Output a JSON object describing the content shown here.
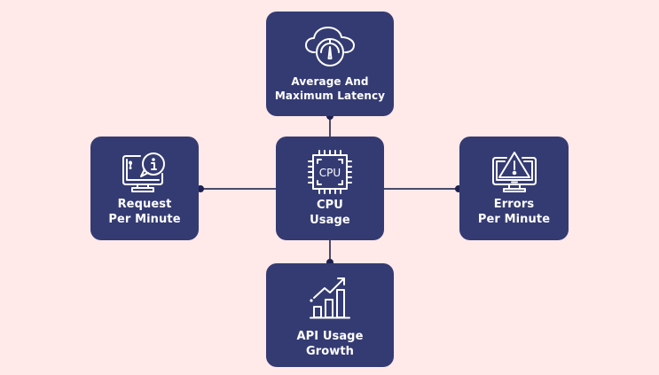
{
  "diagram": {
    "title": "API Monitoring Metrics",
    "colors": {
      "background": "#ffe9e9",
      "box_fill": "#343b73",
      "text": "#ffffff",
      "connector": "#4a4a6a",
      "connector_dot": "#1e2250"
    },
    "center": {
      "id": "cpu-usage",
      "icon": "cpu-chip-icon",
      "icon_text": "CPU",
      "label_lines": [
        "CPU",
        "Usage"
      ]
    },
    "nodes": [
      {
        "id": "latency",
        "position": "top",
        "icon": "cloud-speedometer-icon",
        "label_lines": [
          "Average And",
          "Maximum Latency"
        ]
      },
      {
        "id": "requests",
        "position": "left",
        "icon": "monitor-info-chat-icon",
        "label_lines": [
          "Request",
          "Per Minute"
        ]
      },
      {
        "id": "errors",
        "position": "right",
        "icon": "monitor-warning-icon",
        "label_lines": [
          "Errors",
          "Per Minute"
        ]
      },
      {
        "id": "api-growth",
        "position": "bottom",
        "icon": "bar-chart-growth-icon",
        "label_lines": [
          "API Usage",
          "Growth"
        ]
      }
    ],
    "edges": [
      {
        "from": "cpu-usage",
        "to": "latency"
      },
      {
        "from": "cpu-usage",
        "to": "requests"
      },
      {
        "from": "cpu-usage",
        "to": "errors"
      },
      {
        "from": "cpu-usage",
        "to": "api-growth"
      }
    ]
  }
}
